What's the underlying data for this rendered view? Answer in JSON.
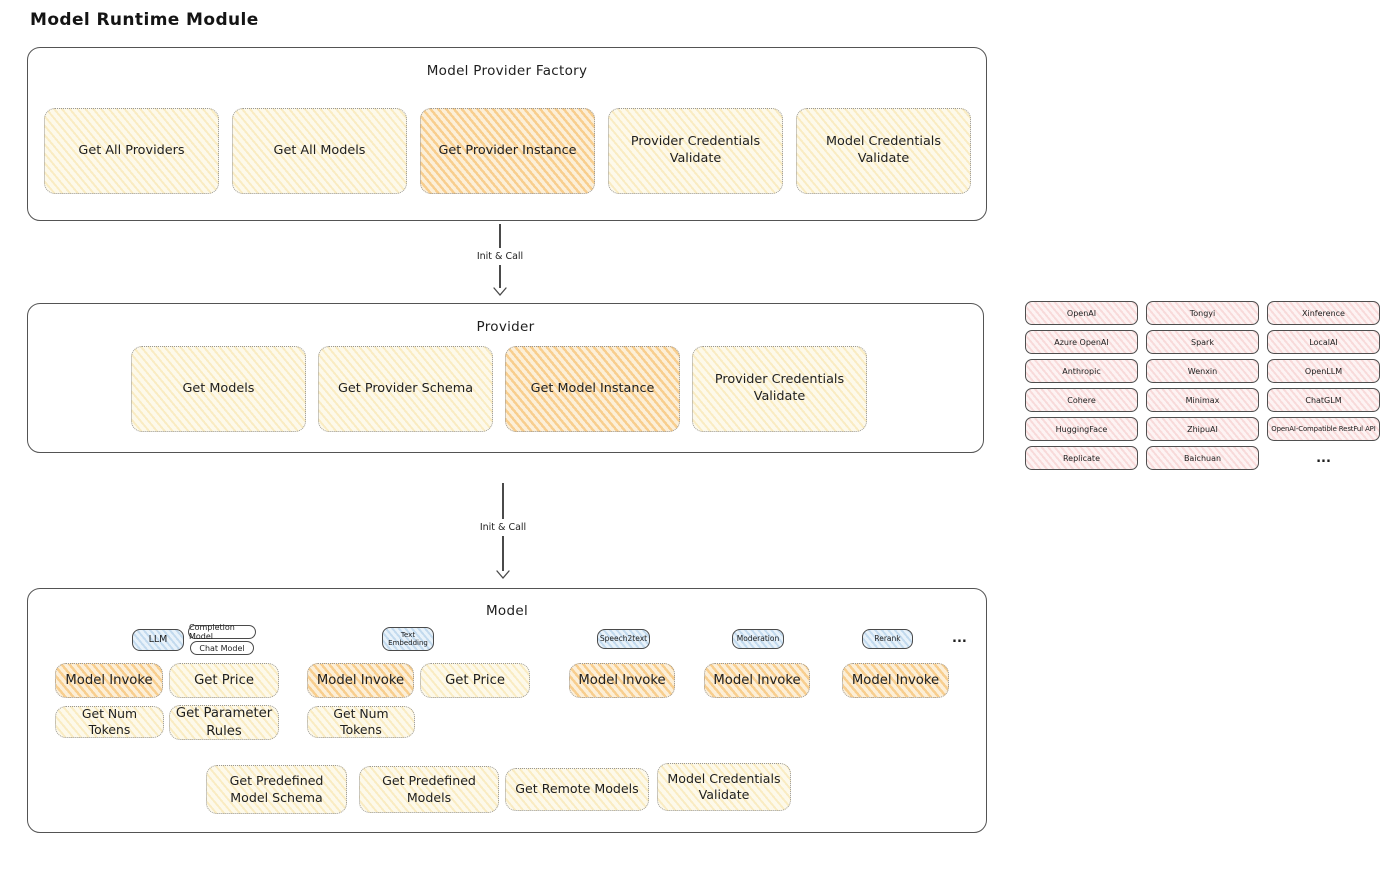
{
  "title": "Model Runtime Module",
  "colors": {
    "node_yellow": "#fdf9ea",
    "node_highlight_orange": "#f6b44b",
    "provider_pink": "#fdf3f3",
    "model_type_blue": "#e8f2fa",
    "stroke": "#4f4f4f"
  },
  "factory": {
    "label": "Model Provider Factory",
    "buttons": [
      {
        "label": "Get All Providers",
        "highlight": false
      },
      {
        "label": "Get All Models",
        "highlight": false
      },
      {
        "label": "Get Provider Instance",
        "highlight": true
      },
      {
        "label": "Provider Credentials Validate",
        "highlight": false
      },
      {
        "label": "Model Credentials Validate",
        "highlight": false
      }
    ]
  },
  "arrows": [
    "Init & Call",
    "Init & Call"
  ],
  "provider": {
    "label": "Provider",
    "buttons": [
      {
        "label": "Get Models",
        "highlight": false
      },
      {
        "label": "Get Provider Schema",
        "highlight": false
      },
      {
        "label": "Get Model Instance",
        "highlight": true
      },
      {
        "label": "Provider Credentials Validate",
        "highlight": false
      }
    ]
  },
  "provider_grid": {
    "items": [
      "OpenAI",
      "Azure OpenAI",
      "Anthropic",
      "Cohere",
      "HuggingFace",
      "Replicate",
      "Tongyi",
      "Spark",
      "Wenxin",
      "Minimax",
      "ZhipuAI",
      "Baichuan",
      "Xinference",
      "LocalAI",
      "OpenLLM",
      "ChatGLM",
      "OpenAI-Compatible RestFul API",
      "..."
    ]
  },
  "model": {
    "label": "Model",
    "groups": [
      {
        "badge": "LLM",
        "sub_badges": [
          "Completion Model",
          "Chat Model"
        ],
        "buttons": [
          "Model Invoke",
          "Get Price",
          "Get Num Tokens",
          "Get Parameter Rules"
        ]
      },
      {
        "badge": "Text Embedding",
        "buttons": [
          "Model Invoke",
          "Get Price",
          "Get Num Tokens"
        ]
      },
      {
        "badge": "Speech2text",
        "buttons": [
          "Model Invoke"
        ]
      },
      {
        "badge": "Moderation",
        "buttons": [
          "Model Invoke"
        ]
      },
      {
        "badge": "Rerank",
        "buttons": [
          "Model Invoke"
        ]
      }
    ],
    "more": "...",
    "bottom_buttons": [
      "Get Predefined Model Schema",
      "Get Predefined Models",
      "Get Remote Models",
      "Model Credentials Validate"
    ]
  }
}
